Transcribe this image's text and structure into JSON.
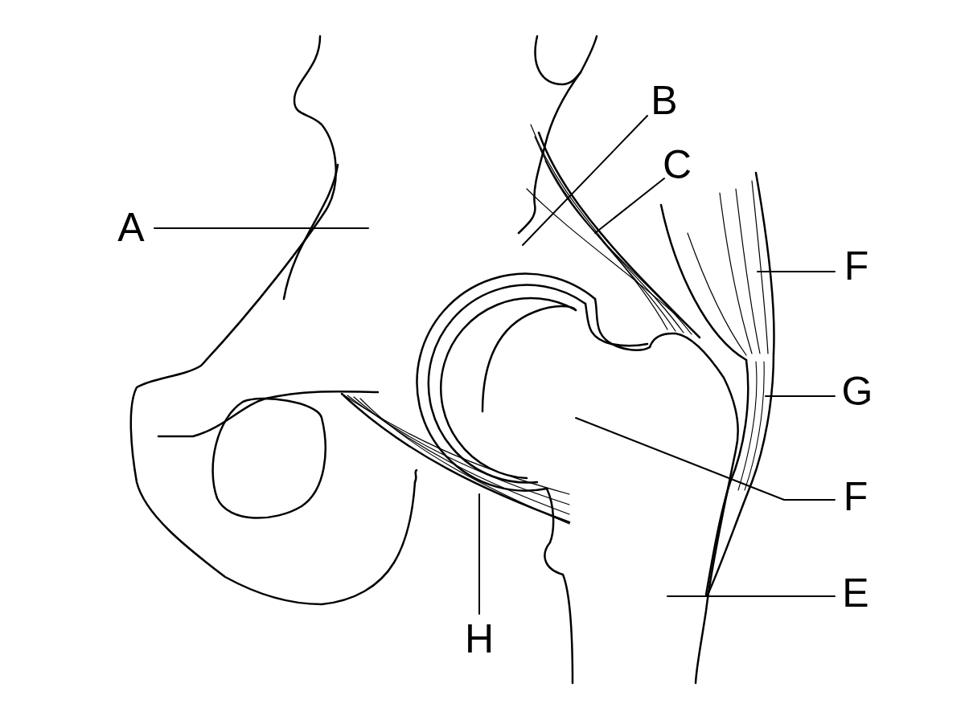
{
  "diagram": {
    "labels": [
      "B",
      "C",
      "A",
      "F",
      "G",
      "F",
      "E",
      "H"
    ]
  }
}
